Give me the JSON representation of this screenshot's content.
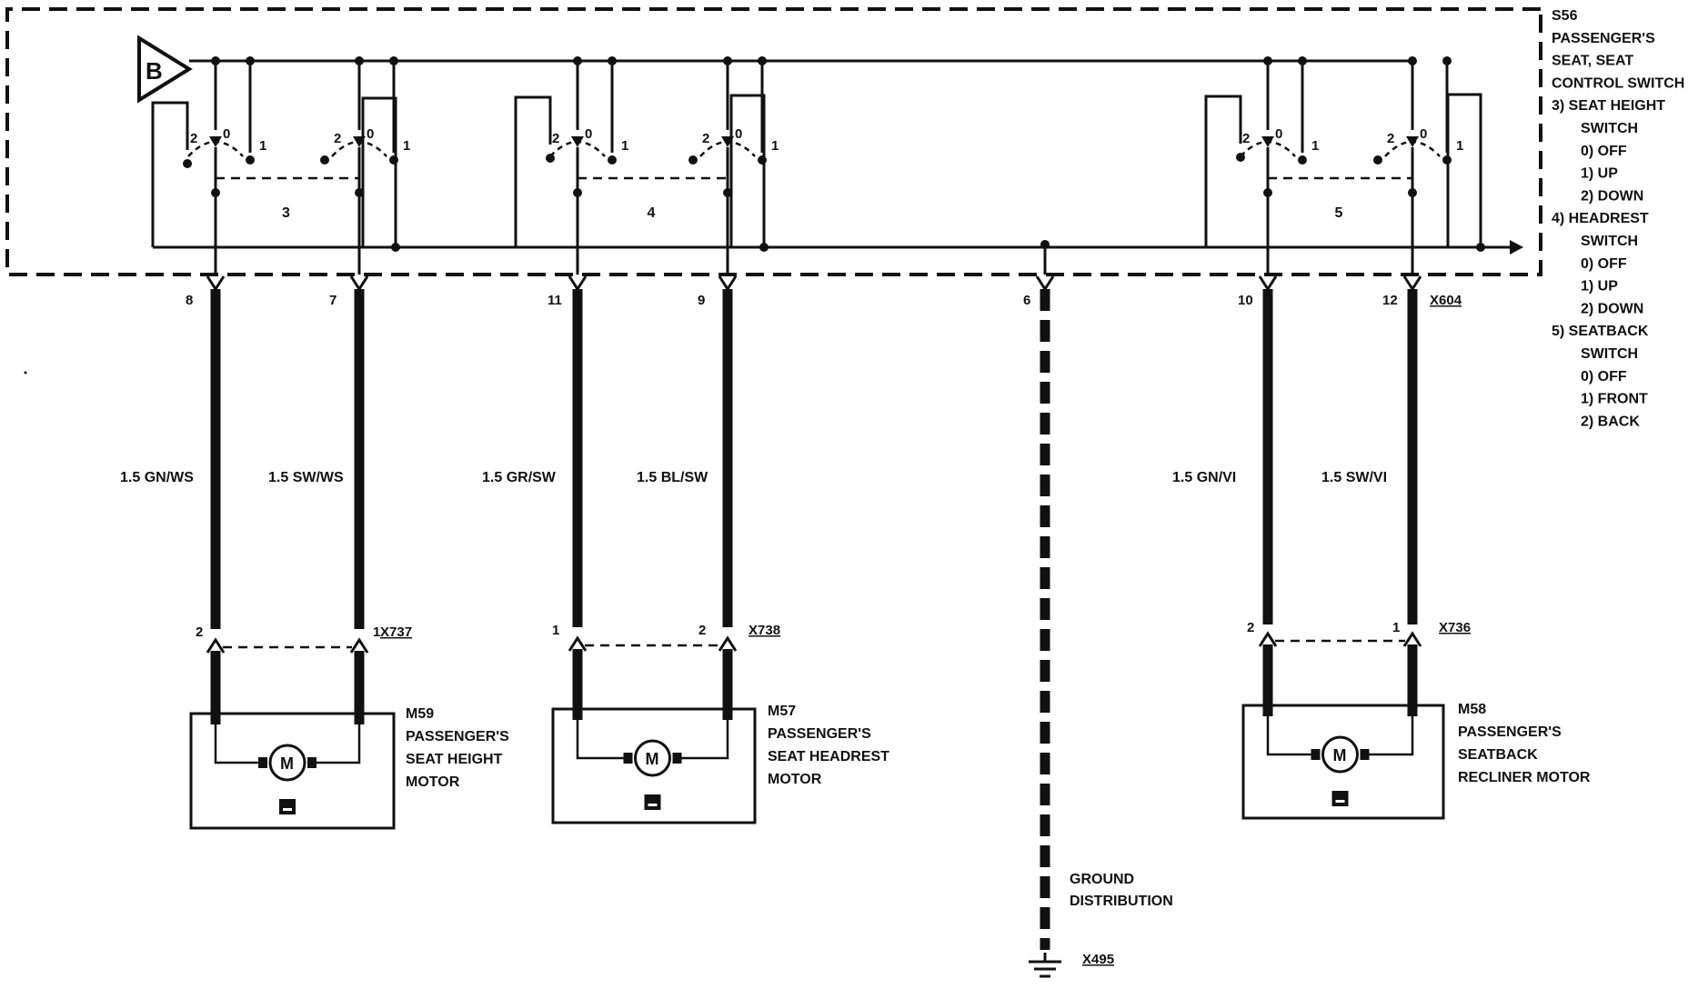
{
  "legend": {
    "lines": [
      "S56",
      "PASSENGER'S",
      "SEAT, SEAT",
      "CONTROL SWITCH",
      "3)   SEAT HEIGHT",
      "SWITCH",
      "0) OFF",
      "1) UP",
      "2) DOWN",
      "4)   HEADREST",
      "SWITCH",
      "0) OFF",
      "1) UP",
      "2) DOWN",
      "5)   SEATBACK",
      "SWITCH",
      "0) OFF",
      "1) FRONT",
      "2) BACK"
    ]
  },
  "b_terminal": "B",
  "switch_groups": [
    {
      "id": "3",
      "pins": [
        "8",
        "7"
      ],
      "wires": [
        "1.5 GN/WS",
        "1.5 SW/WS"
      ],
      "motor_pins": [
        "2",
        "1"
      ],
      "motor_connector": "X737",
      "motor_label": [
        "M59",
        "PASSENGER'S",
        "SEAT HEIGHT",
        "MOTOR"
      ]
    },
    {
      "id": "4",
      "pins": [
        "11",
        "9"
      ],
      "wires": [
        "1.5 GR/SW",
        "1.5 BL/SW"
      ],
      "motor_pins": [
        "1",
        "2"
      ],
      "motor_connector": "X738",
      "motor_label": [
        "M57",
        "PASSENGER'S",
        "SEAT HEADREST",
        "MOTOR"
      ]
    },
    {
      "id": "5",
      "pins": [
        "10",
        "12"
      ],
      "wires": [
        "1.5 GN/VI",
        "1.5 SW/VI"
      ],
      "motor_pins": [
        "2",
        "1"
      ],
      "motor_connector": "X736",
      "motor_label": [
        "M58",
        "PASSENGER'S",
        "SEATBACK",
        "RECLINER MOTOR"
      ]
    }
  ],
  "switch_position_labels": [
    "2",
    "0",
    "1"
  ],
  "motor_symbol": "M",
  "switch_connector": "X604",
  "ground": {
    "pin": "6",
    "label": [
      "GROUND",
      "DISTRIBUTION"
    ],
    "connector": "X495"
  }
}
